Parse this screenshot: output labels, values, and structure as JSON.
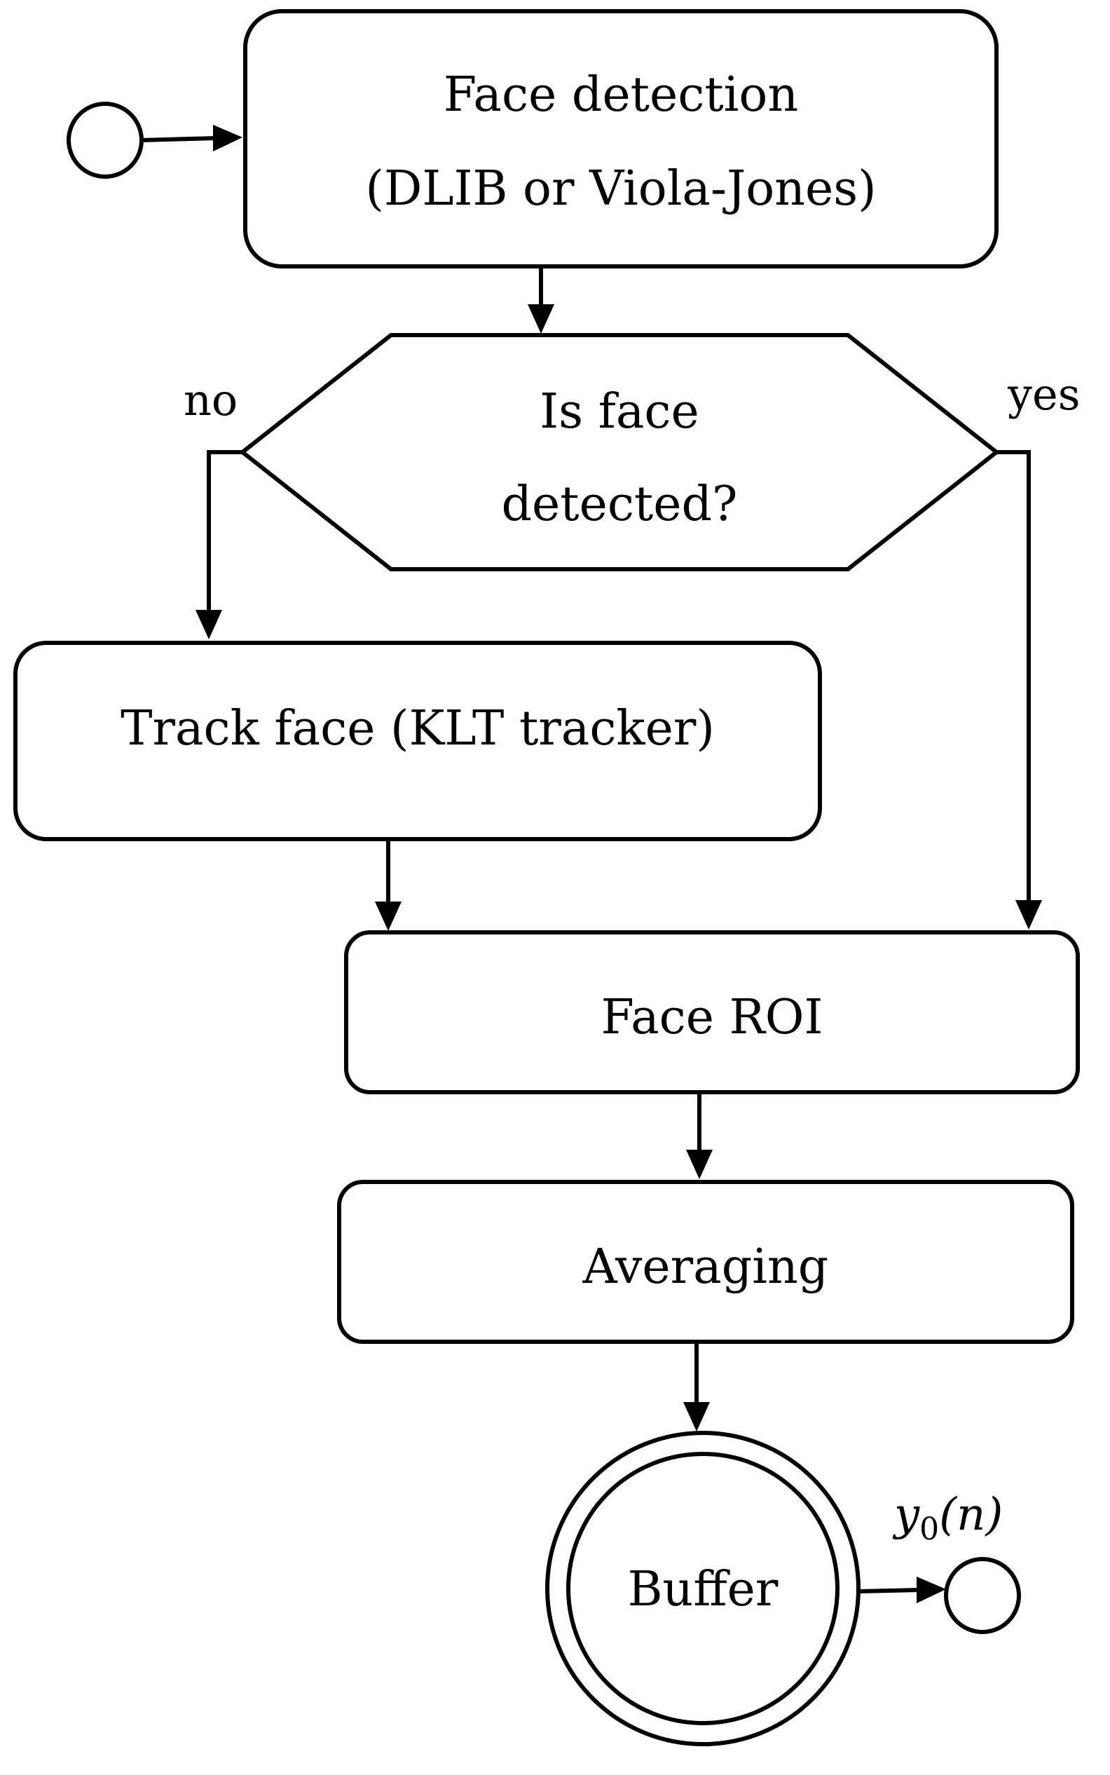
{
  "nodes": {
    "face_detection": {
      "line1": "Face detection",
      "line2": "(DLIB or Viola-Jones)"
    },
    "decision": {
      "line1": "Is face",
      "line2": "detected?"
    },
    "track_face": {
      "label": "Track face (KLT tracker)"
    },
    "face_roi": {
      "label": "Face ROI"
    },
    "averaging": {
      "label": "Averaging"
    },
    "buffer": {
      "label": "Buffer"
    }
  },
  "branches": {
    "no": "no",
    "yes": "yes"
  },
  "output": {
    "symbol": "y",
    "subscript": "0",
    "argument": "(n)"
  },
  "colors": {
    "stroke": "#000000",
    "fill": "#ffffff"
  }
}
